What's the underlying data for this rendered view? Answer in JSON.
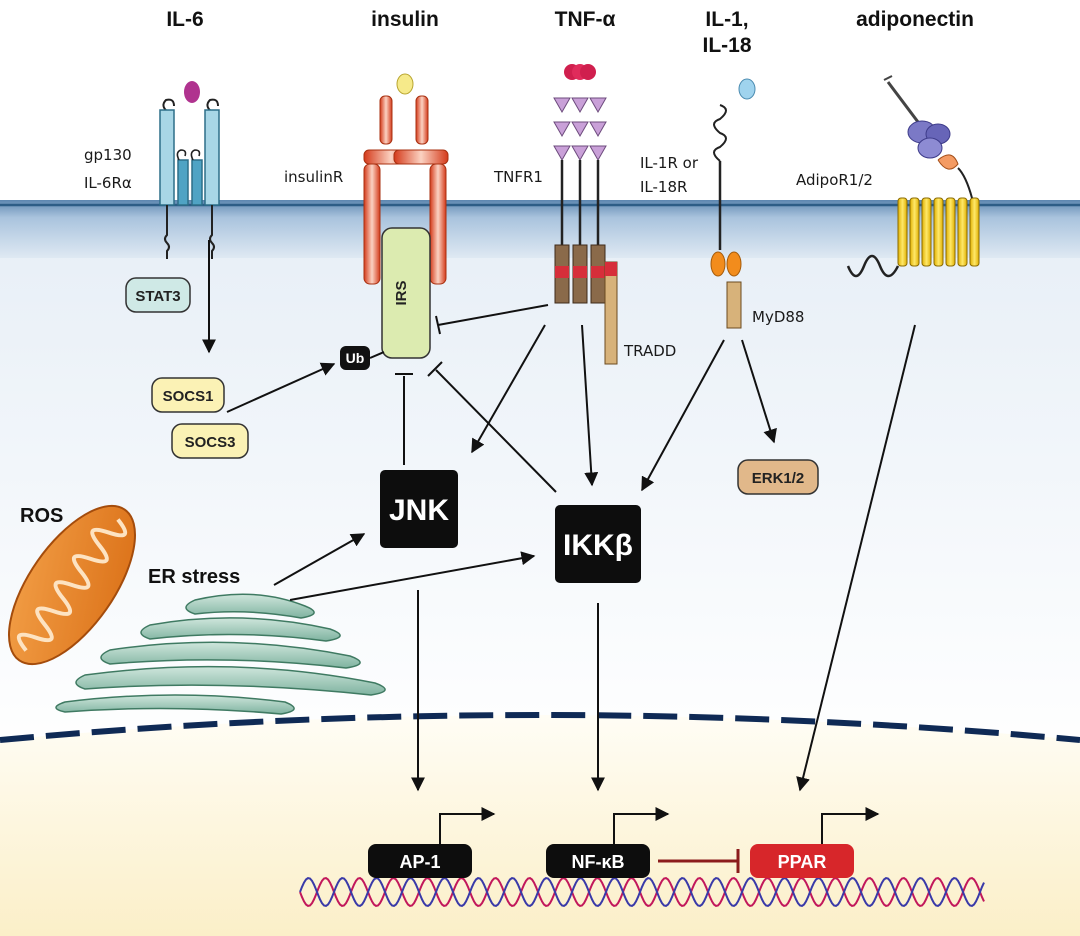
{
  "ligands": {
    "il6": "IL-6",
    "insulin": "insulin",
    "tnfa": "TNF-α",
    "il1_line1": "IL-1,",
    "il1_line2": "IL-18",
    "adiponectin": "adiponectin"
  },
  "receptors": {
    "gp130": "gp130",
    "il6ra": "IL-6Rα",
    "insulinr": "insulinR",
    "tnfr1": "TNFR1",
    "il1r_line1": "IL-1R or",
    "il1r_line2": "IL-18R",
    "adipor": "AdipoR1/2"
  },
  "adaptors": {
    "stat3": "STAT3",
    "socs1": "SOCS1",
    "socs3": "SOCS3",
    "irs": "IRS",
    "ub": "Ub",
    "tradd": "TRADD",
    "myd88": "MyD88",
    "erk": "ERK1/2"
  },
  "kinases": {
    "jnk": "JNK",
    "ikkb": "IKKβ"
  },
  "stressors": {
    "ros": "ROS",
    "er_stress": "ER stress"
  },
  "transcription_factors": {
    "ap1": "AP-1",
    "nfkb": "NF-κB",
    "ppar": "PPAR"
  },
  "colors": {
    "membrane_top": "#2d5d86",
    "membrane_fill": "#9bb8d6",
    "nucleus_line": "#0f2a55",
    "nucleus_fill": "#fbf3d5",
    "dark_node": "#0d0d0d",
    "ppar": "#d7262a",
    "inhibit_red": "#8b1c1c",
    "dna_red": "#c2185b",
    "dna_blue": "#3a3aa8"
  }
}
